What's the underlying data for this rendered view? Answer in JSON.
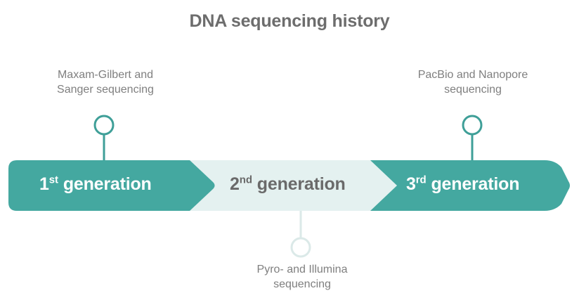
{
  "title": "DNA sequencing history",
  "colors": {
    "teal_dark": "#44a8a0",
    "teal_light": "#e4f1f0",
    "marker_dark": "#3f9f98",
    "marker_light": "#dbe9e8",
    "title_gray": "#6d6d6d",
    "label_gray": "#7f7f7f",
    "band_text_light": "#6a6a6a",
    "band_text_dark": "#ffffff",
    "background": "#ffffff"
  },
  "timeline": {
    "segments": [
      {
        "id": "generation-1",
        "ordinal": "1",
        "ordinal_suffix": "st",
        "label": "generation",
        "style": "dark"
      },
      {
        "id": "generation-2",
        "ordinal": "2",
        "ordinal_suffix": "nd",
        "label": "generation",
        "style": "light"
      },
      {
        "id": "generation-3",
        "ordinal": "3",
        "ordinal_suffix": "rd",
        "label": "generation",
        "style": "dark"
      }
    ]
  },
  "annotations": [
    {
      "id": "annotation-generation-1",
      "text": "Maxam-Gilbert and\nSanger sequencing",
      "position": "above",
      "marker": "circle-marker",
      "marker_style": "dark"
    },
    {
      "id": "annotation-generation-2",
      "text": "Pyro- and Illumina\nsequencing",
      "position": "below",
      "marker": "circle-marker",
      "marker_style": "light"
    },
    {
      "id": "annotation-generation-3",
      "text": "PacBio and Nanopore\nsequencing",
      "position": "above",
      "marker": "circle-marker",
      "marker_style": "dark"
    }
  ]
}
